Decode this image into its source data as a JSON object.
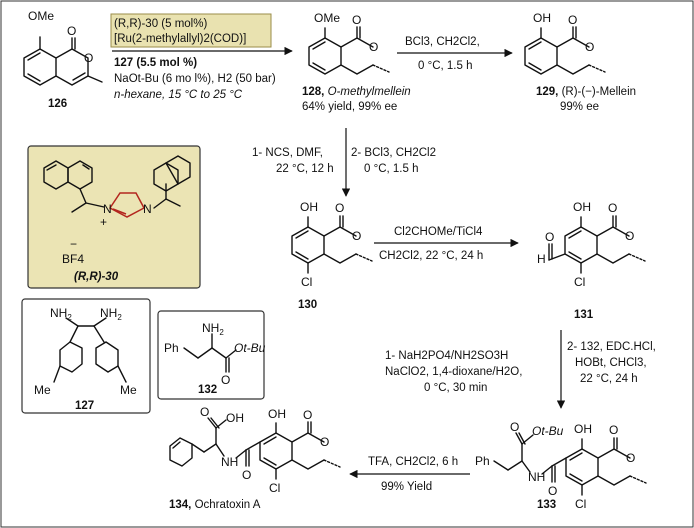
{
  "compounds": {
    "c126": {
      "id": "126"
    },
    "c127": {
      "id": "127"
    },
    "c128": {
      "id": "128,",
      "name": "O-methylmellein",
      "yield": "64% yield, 99% ee"
    },
    "c129": {
      "id": "129,",
      "name": "(R)-(−)-Mellein",
      "ee": "99% ee"
    },
    "c130": {
      "id": "130"
    },
    "c131": {
      "id": "131"
    },
    "c132": {
      "id": "132"
    },
    "c133": {
      "id": "133"
    },
    "c134": {
      "id": "134,",
      "name": "Ochratoxin A"
    },
    "cat30": {
      "label": "(R,R)-30",
      "anion": "BF4"
    }
  },
  "steps": {
    "s1": {
      "l1": "(R,R)-30 (5 mol%)",
      "l2": "[Ru(2-methylallyl)2(COD)]",
      "l3": "127 (5.5 mol %)",
      "l4": "NaOt-Bu (6 mo l%), H2 (50 bar)",
      "l5": "n-hexane, 15 °C to 25 °C"
    },
    "s2": {
      "l1": "BCl3, CH2Cl2,",
      "l2": "0 °C, 1.5 h"
    },
    "s3": {
      "a1": "1- NCS, DMF,",
      "a2": "22 °C, 12 h",
      "b1": "2- BCl3, CH2Cl2",
      "b2": "0 °C, 1.5 h"
    },
    "s4": {
      "l1": "Cl2CHOMe/TiCl4",
      "l2": "CH2Cl2, 22 °C, 24 h"
    },
    "s5": {
      "a1": "1- NaH2PO4/NH2SO3H",
      "a2": "NaClO2, 1,4-dioxane/H2O,",
      "a3": "0 °C, 30 min",
      "b1": "2- 132, EDC.HCl,",
      "b2": "HOBt, CHCl3,",
      "b3": "22 °C, 24 h"
    },
    "s6": {
      "l1": "TFA, CH2Cl2, 6 h",
      "l2": "99% Yield"
    }
  },
  "atoms": {
    "OMe": "OMe",
    "O": "O",
    "OH": "OH",
    "Cl": "Cl",
    "H": "H",
    "N": "N",
    "NH2": "NH",
    "Me": "Me",
    "Ph": "Ph",
    "OtBu": "Ot-Bu",
    "HN": "H",
    "plus": "+",
    "minus": "−"
  }
}
